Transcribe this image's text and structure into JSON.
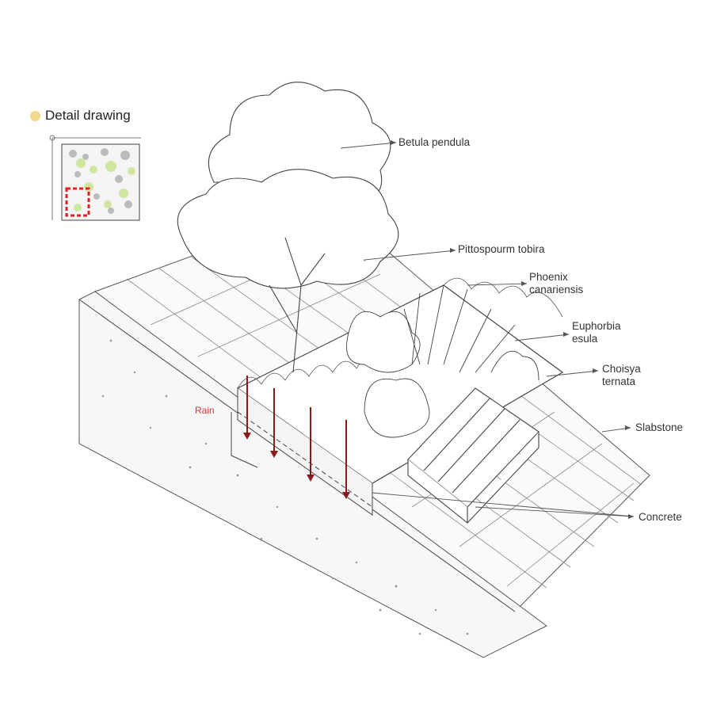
{
  "header": {
    "title": "Detail drawing",
    "dot_color": "#f0d98c"
  },
  "rain_label": "Rain",
  "rain_color": "#8b1a1a",
  "labels": [
    {
      "id": "betula",
      "lines": [
        "Betula pendula"
      ]
    },
    {
      "id": "pittosporum",
      "lines": [
        "Pittospourm tobira"
      ]
    },
    {
      "id": "phoenix",
      "lines": [
        "Phoenix",
        "canariensis"
      ]
    },
    {
      "id": "euphorbia",
      "lines": [
        "Euphorbia",
        "esula"
      ]
    },
    {
      "id": "choisya",
      "lines": [
        "Choisya",
        "ternata"
      ]
    },
    {
      "id": "slabstone",
      "lines": [
        "Slabstone"
      ]
    },
    {
      "id": "concrete",
      "lines": [
        "Concrete"
      ]
    }
  ],
  "minimap": {
    "highlight_color": "#e02020",
    "plant_color": "#cfe6a0"
  }
}
